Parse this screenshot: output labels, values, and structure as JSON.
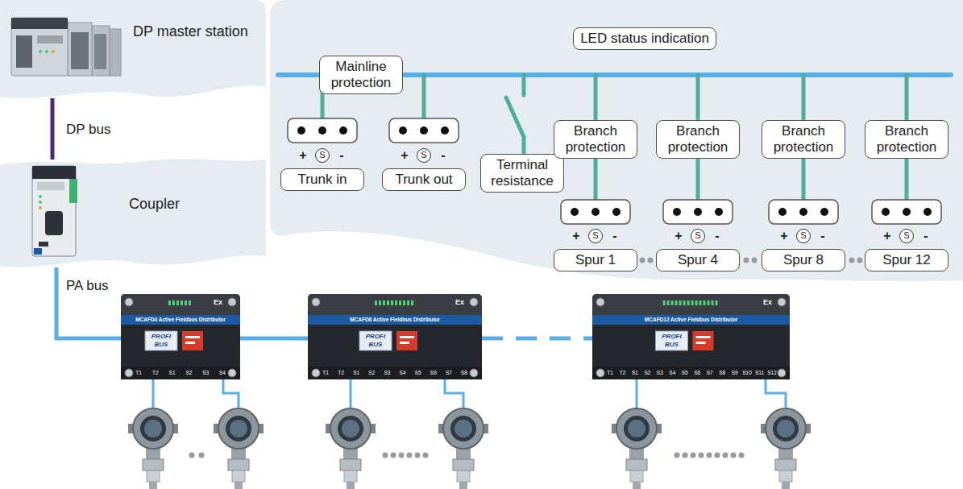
{
  "diagram": {
    "nodes": [
      {
        "text": [
          "DP master station"
        ]
      },
      {
        "text": [
          "Coupler"
        ]
      },
      {
        "text": [
          "LED status indication"
        ]
      },
      {
        "text": [
          "Mainline protection"
        ]
      },
      {
        "text": [
          "Trunk in"
        ]
      },
      {
        "text": [
          "Trunk out"
        ]
      },
      {
        "text": [
          "Terminal resistance"
        ]
      },
      {
        "text": [
          "Branch protection"
        ]
      },
      {
        "text": [
          "Branch protection"
        ]
      },
      {
        "text": [
          "Branch protection"
        ]
      },
      {
        "text": [
          "Branch protection"
        ]
      },
      {
        "text": [
          "Spur 1"
        ]
      },
      {
        "text": [
          "Spur 4"
        ]
      },
      {
        "text": [
          "Spur 8"
        ]
      },
      {
        "text": [
          "Spur 12"
        ]
      },
      {
        "text": [
          "S"
        ]
      },
      {
        "text": [
          "S"
        ]
      },
      {
        "text": [
          "S"
        ]
      },
      {
        "text": [
          "S"
        ]
      },
      {
        "text": [
          "S"
        ]
      },
      {
        "text": [
          "S"
        ]
      },
      {
        "text": [
          "Ex",
          "MCAFD4 Active Fieldbus Distributor"
        ]
      },
      {
        "text": [
          "Ex",
          "MCAFD8 Active Fieldbus Distributor"
        ]
      },
      {
        "text": [
          "Ex",
          "MCAFD12 Active Fieldbus Distributor"
        ]
      }
    ],
    "edges": [
      {
        "from": 0,
        "to": 1,
        "arrow": "none",
        "label": "DP bus"
      },
      {
        "from": 1,
        "to": 21,
        "arrow": "none",
        "label": "PA bus"
      },
      {
        "from": 21,
        "to": 22,
        "arrow": "none"
      },
      {
        "from": 22,
        "to": 23,
        "arrow": "none"
      }
    ],
    "labels": [
      "+",
      "-",
      "+",
      "-",
      "+",
      "-",
      "+",
      "-",
      "+",
      "-",
      "+",
      "-",
      "PROFI",
      "BUS",
      "T1",
      "T2",
      "S1",
      "S2",
      "S3",
      "S4",
      "PROFI",
      "BUS",
      "T1",
      "T2",
      "S1",
      "S2",
      "S3",
      "S4",
      "S5",
      "S6",
      "S7",
      "S8",
      "PROFI",
      "BUS",
      "T1",
      "T2",
      "S1",
      "S2",
      "S3",
      "S4",
      "S5",
      "S6",
      "S7",
      "S8",
      "S9",
      "S10",
      "S11",
      "S12"
    ]
  }
}
